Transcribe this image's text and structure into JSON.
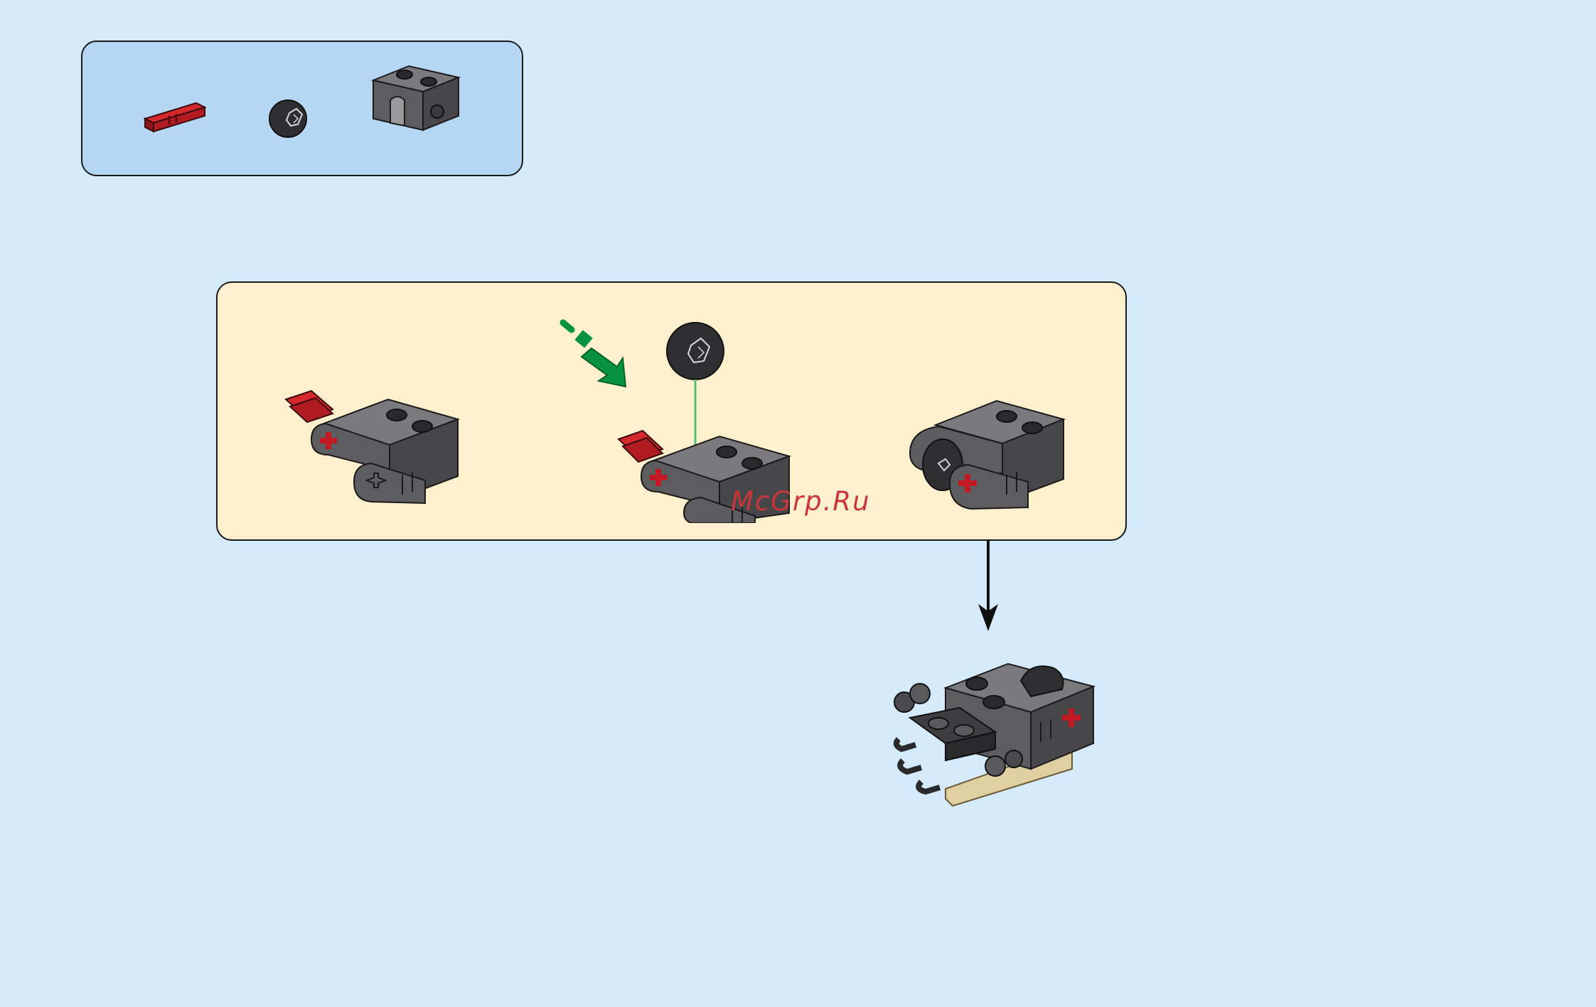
{
  "page": {
    "background": "#d5ebfb"
  },
  "parts_panel": {
    "background": "#b6d7f3",
    "parts": [
      {
        "name": "red-axle-pin"
      },
      {
        "name": "black-ball-joint"
      },
      {
        "name": "dark-gray-technic-block"
      }
    ]
  },
  "steps_panel": {
    "background": "#fff0cd",
    "steps": [
      {
        "name": "step-axle-inserted"
      },
      {
        "name": "step-ball-attach"
      },
      {
        "name": "step-completed"
      }
    ]
  },
  "watermark": {
    "text": "McGrp.Ru",
    "color": "#c9353a"
  },
  "colors": {
    "red_part": "#c11a22",
    "dark_gray_part": "#5d5d5f",
    "black_part": "#2c2c2e",
    "tan_part": "#e0cfa0",
    "green_arrow": "#06923f",
    "guide_line": "#4fc07a"
  }
}
